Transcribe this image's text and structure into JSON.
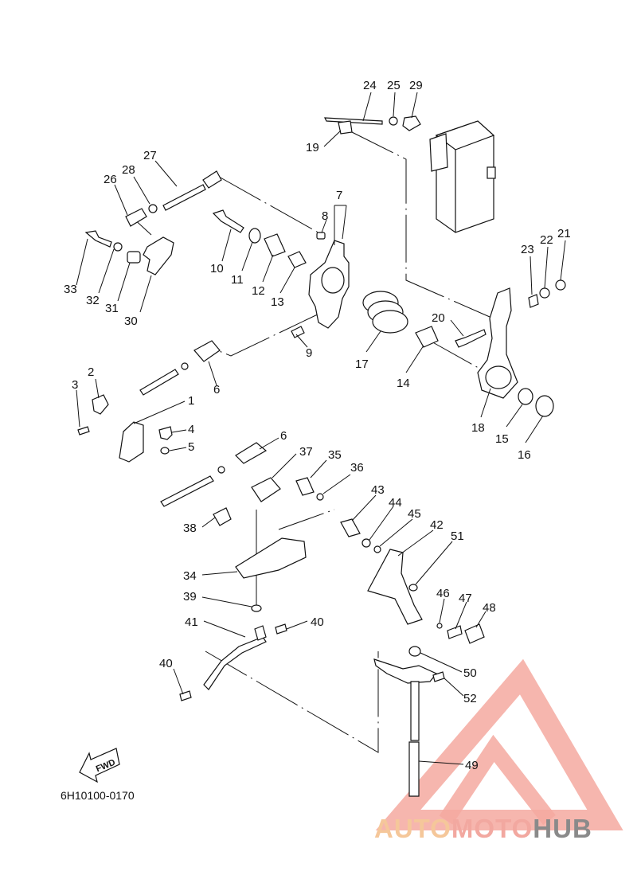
{
  "diagram_code": "6H10100-0170",
  "fwd_label": "FWD",
  "watermark": {
    "part1": "AUTO",
    "part2": "MOTO",
    "part3": "HUB",
    "color_light": "#f5c79a",
    "color_red": "#f2a8a0",
    "color_dark": "#8a8a8a"
  },
  "callouts": {
    "c1": "1",
    "c2": "2",
    "c3": "3",
    "c4": "4",
    "c5": "5",
    "c6a": "6",
    "c6b": "6",
    "c7": "7",
    "c8": "8",
    "c9": "9",
    "c10": "10",
    "c11": "11",
    "c12": "12",
    "c13": "13",
    "c14": "14",
    "c15": "15",
    "c16": "16",
    "c17": "17",
    "c18": "18",
    "c19": "19",
    "c20": "20",
    "c21": "21",
    "c22": "22",
    "c23": "23",
    "c24": "24",
    "c25": "25",
    "c26": "26",
    "c27": "27",
    "c28": "28",
    "c29": "29",
    "c30": "30",
    "c31": "31",
    "c32": "32",
    "c33": "33",
    "c34": "34",
    "c35": "35",
    "c36": "36",
    "c37": "37",
    "c38": "38",
    "c39": "39",
    "c40a": "40",
    "c40b": "40",
    "c41": "41",
    "c42": "42",
    "c43": "43",
    "c44": "44",
    "c45": "45",
    "c46": "46",
    "c47": "47",
    "c48": "48",
    "c49": "49",
    "c50": "50",
    "c51": "51",
    "c52": "52"
  }
}
